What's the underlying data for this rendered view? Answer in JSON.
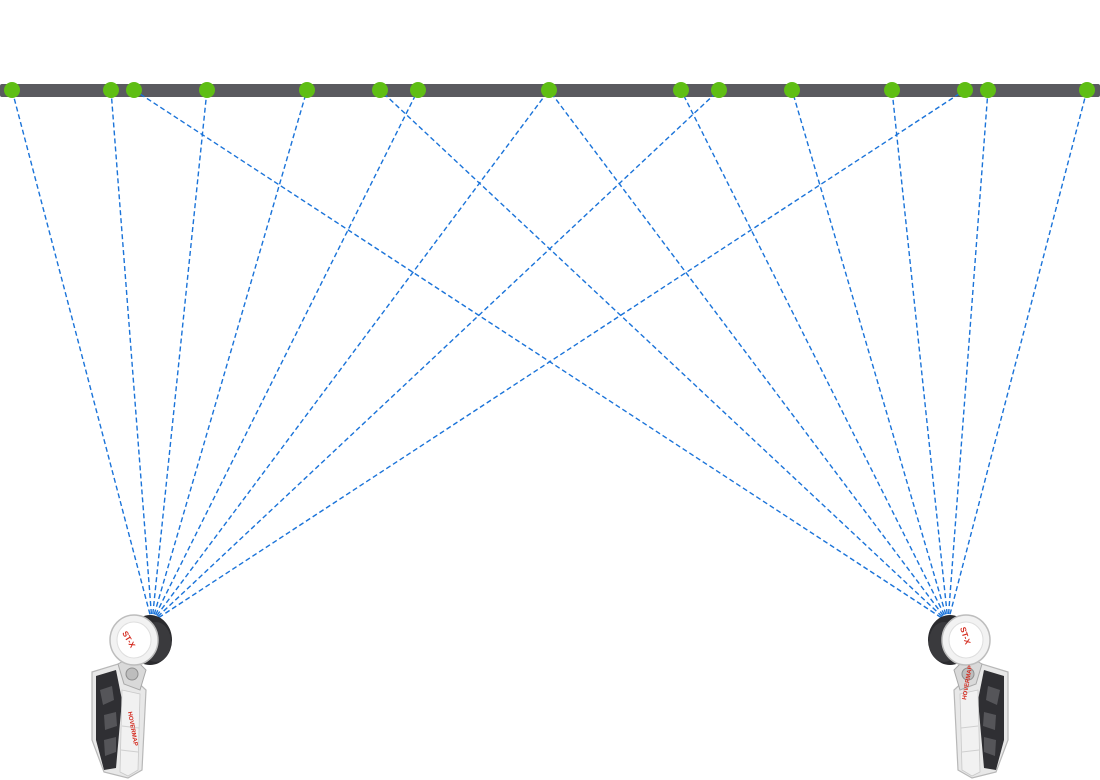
{
  "diagram": {
    "type": "scan-geometry",
    "colors": {
      "background": "#ffffff",
      "beam": "#5a5a5f",
      "target": "#5fbe14",
      "ray": "#1a73d9",
      "device_body": "#e6e6e6",
      "device_dark": "#2b2b2e",
      "device_accent": "#d42a1e"
    },
    "beam_label": "",
    "targets_count_visible": 14,
    "scanners": [
      {
        "id": "left-scanner",
        "brand_text": "HOVERMAP",
        "model_text": "ST-X"
      },
      {
        "id": "right-scanner",
        "brand_text": "HOVERMAP",
        "model_text": "ST-X"
      }
    ]
  }
}
